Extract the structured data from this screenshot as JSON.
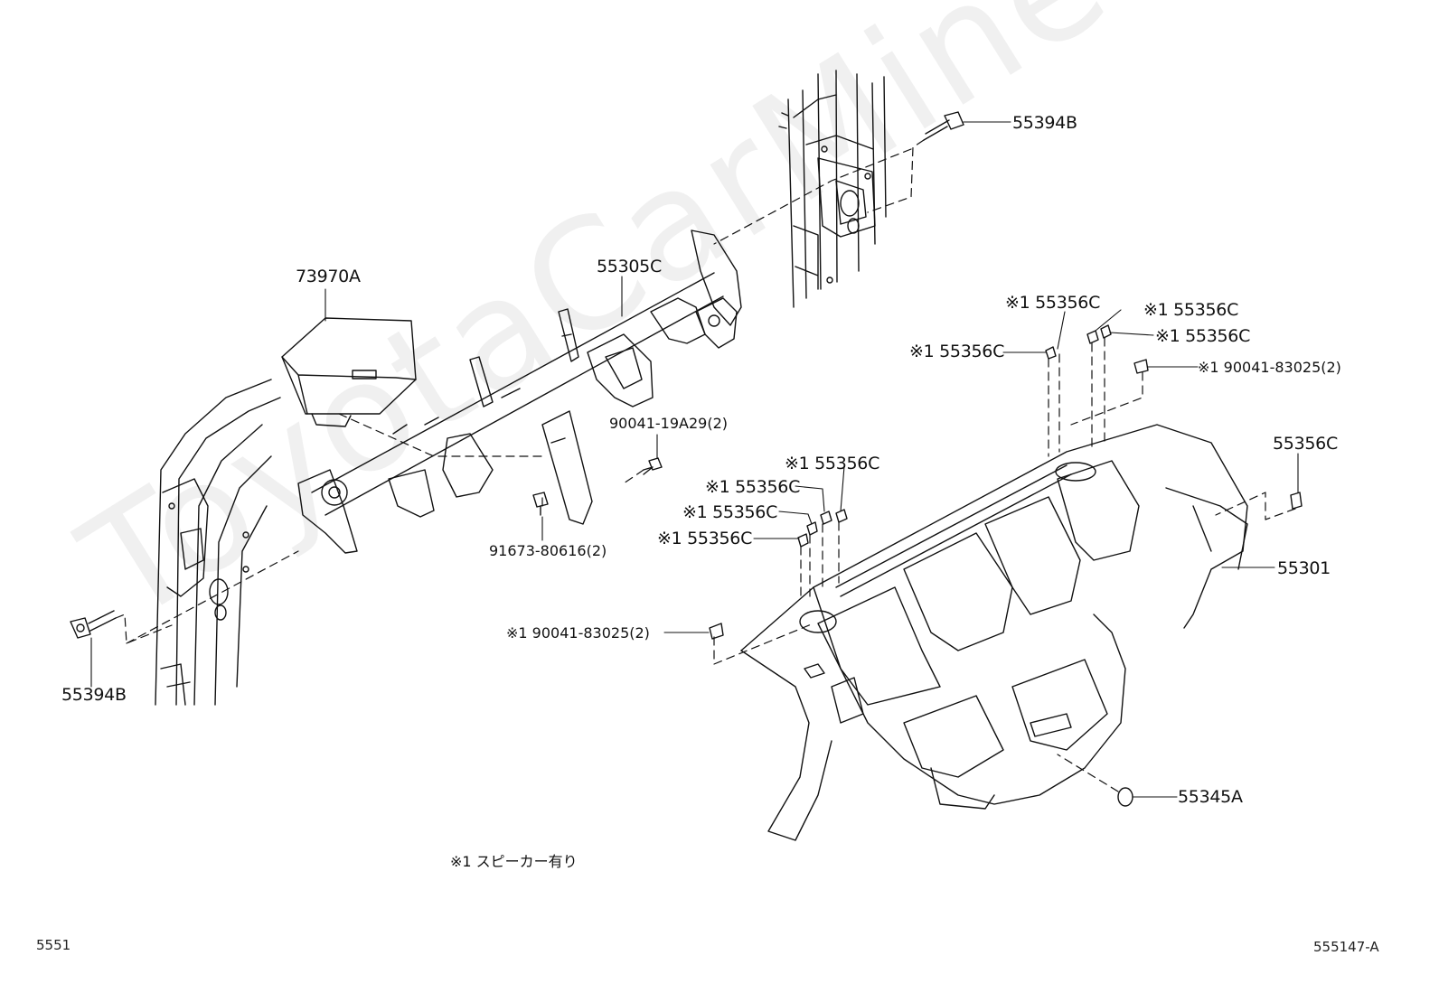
{
  "watermark": "ToyotaCarMine.ru",
  "footnote": "※1 スピーカー有り",
  "corner_left": "5551",
  "corner_right": "555147-A",
  "labels": {
    "p73970A": "73970A",
    "p55305C": "55305C",
    "p55394B_top": "55394B",
    "p55394B_bottom": "55394B",
    "p90041_19A29": "90041-19A29(2)",
    "p91673_80616": "91673-80616(2)",
    "p55356C_a": "※1 55356C",
    "p55356C_b": "※1 55356C",
    "p55356C_c": "※1 55356C",
    "p55356C_d": "※1 55356C",
    "p90041_83025_top": "※1 90041-83025(2)",
    "p55356C_e": "※1 55356C",
    "p55356C_f": "※1 55356C",
    "p55356C_g": "※1 55356C",
    "p55356C_h": "※1 55356C",
    "p55356C_right": "55356C",
    "p55301": "55301",
    "p90041_83025_bottom": "※1 90041-83025(2)",
    "p55345A": "55345A"
  }
}
